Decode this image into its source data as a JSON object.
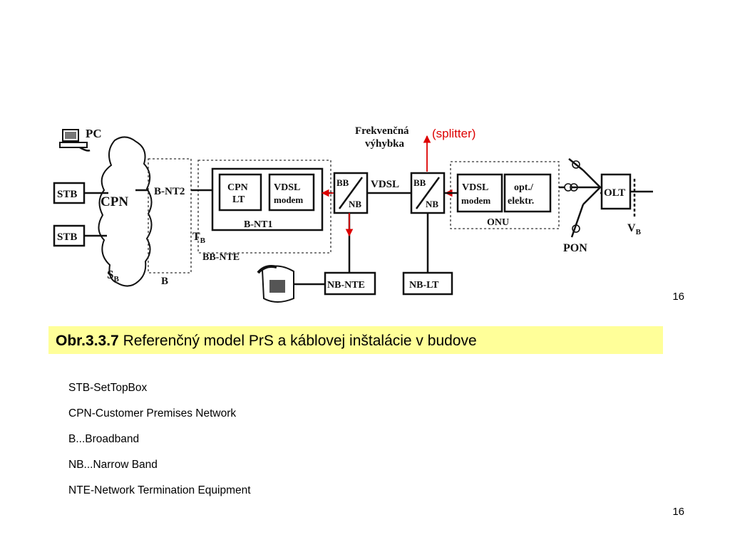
{
  "diagram": {
    "labels": {
      "pc": "PC",
      "stb_top": "STB",
      "stb_bottom": "STB",
      "cpn": "CPN",
      "sb": "S",
      "sb_sub": "B",
      "b": "B",
      "bnt2": "B-NT2",
      "cpn_lt_1": "CPN",
      "cpn_lt_2": "LT",
      "vdsl_modem_1": "VDSL",
      "vdsl_modem_2": "modem",
      "bnt1": "B-NT1",
      "tb": "T",
      "tb_sub": "B",
      "bbnte": "BB-NTE",
      "bbnb_left_1": "BB",
      "bbnb_left_2": "NB",
      "vdsl": "VDSL",
      "bbnb_right_1": "BB",
      "bbnb_right_2": "NB",
      "onu_vdsl_1": "VDSL",
      "onu_vdsl_2": "modem",
      "opt_1": "opt./",
      "opt_2": "elektr.",
      "onu": "ONU",
      "olt": "OLT",
      "pon": "PON",
      "vb": "V",
      "vb_sub": "B",
      "nbnte": "NB-NTE",
      "nblt": "NB-LT",
      "frekvencna_1": "Frekvenčná",
      "frekvencna_2": "výhybka",
      "splitter": "(splitter)"
    },
    "colors": {
      "annotation": "#dd0000",
      "ink": "#111111"
    }
  },
  "page_number_top": "16",
  "caption": {
    "number": "Obr.3.3.7",
    "text": "Referenčný model PrS a káblovej inštalácie v budove",
    "background": "#ffff99"
  },
  "glossary": [
    "STB-SetTopBox",
    "CPN-Customer Premises Network",
    "B...Broadband",
    "NB...Narrow Band",
    "NTE-Network Termination Equipment"
  ],
  "page_number_bottom": "16"
}
